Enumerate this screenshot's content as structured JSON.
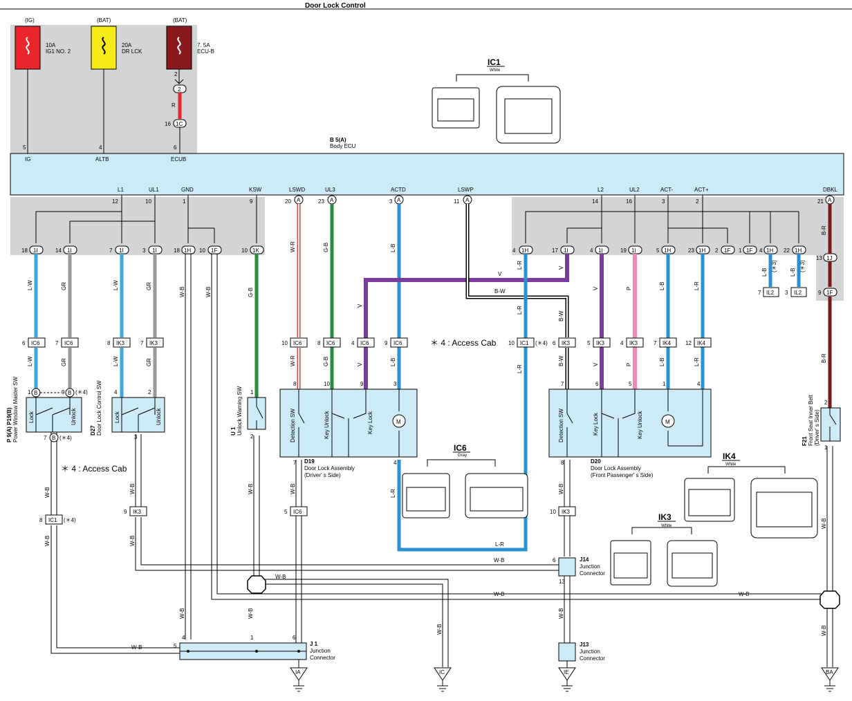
{
  "title": "Door Lock Control",
  "fuses": [
    {
      "source": "(IG)",
      "rating": "10A",
      "name": "IG1 NO. 2",
      "color": "#e8262b"
    },
    {
      "source": "(BAT)",
      "rating": "20A",
      "name": "DR LCK",
      "color": "#f6ea19"
    },
    {
      "source": "(BAT)",
      "rating": "7. 5A",
      "name": "ECU-B",
      "color": "#8b1a1f"
    }
  ],
  "ecu": {
    "code": "B 5(A)",
    "name": "Body ECU",
    "top_terms": [
      {
        "name": "IG",
        "pin": "5"
      },
      {
        "name": "ALTB",
        "pin": "4"
      },
      {
        "name": "ECUB",
        "pin": "6"
      }
    ],
    "bottom_terms": [
      {
        "name": "L1",
        "pin": "12"
      },
      {
        "name": "UL1",
        "pin": "10"
      },
      {
        "name": "GND",
        "pin": "1"
      },
      {
        "name": "KSW",
        "pin": "9"
      },
      {
        "name": "LSWD",
        "pin": "20",
        "conn": "A"
      },
      {
        "name": "UL3",
        "pin": "23",
        "conn": "A"
      },
      {
        "name": "ACTD",
        "pin": "3",
        "conn": "A"
      },
      {
        "name": "LSWP",
        "pin": "11",
        "conn": "A"
      },
      {
        "name": "L2",
        "pin": "14"
      },
      {
        "name": "UL2",
        "pin": "16"
      },
      {
        "name": "ACT-",
        "pin": "3"
      },
      {
        "name": "ACT+",
        "pin": "2"
      },
      {
        "name": "DBKL",
        "pin": "21",
        "conn": "A"
      }
    ]
  },
  "ecub_path": {
    "pin_top": "2",
    "conn_top": "2",
    "wire": "R",
    "pin_bot": "16",
    "conn_bot": "1C"
  },
  "junction_row": [
    {
      "pin": "18",
      "conn": "1I"
    },
    {
      "pin": "14",
      "conn": "1I"
    },
    {
      "pin": "7",
      "conn": "1I"
    },
    {
      "pin": "3",
      "conn": "1I"
    },
    {
      "pin": "18",
      "conn": "1H"
    },
    {
      "pin": "10",
      "conn": "1F"
    },
    {
      "pin": "10",
      "conn": "1K"
    },
    {
      "pin": "4",
      "conn": "1H"
    },
    {
      "pin": "17",
      "conn": "1I"
    },
    {
      "pin": "4",
      "conn": "1I"
    },
    {
      "pin": "19",
      "conn": "1I"
    },
    {
      "pin": "5",
      "conn": "1H"
    },
    {
      "pin": "23",
      "conn": "1H"
    },
    {
      "pin": "2",
      "conn": "1F"
    },
    {
      "pin": "1",
      "conn": "1F"
    },
    {
      "pin": "4",
      "conn": "1H"
    },
    {
      "pin": "22",
      "conn": "1H"
    },
    {
      "pin": "13",
      "conn": "1J"
    }
  ],
  "wire_colors": {
    "L-W": "#3aa8dc",
    "GR": "#9a9a9a",
    "W-B": "#ffffff",
    "G-B": "#2e8b3e",
    "W-R": "#d44",
    "L-B": "#2b90d0",
    "V": "#7a3c9a",
    "B-W": "#222",
    "P": "#ee88b8",
    "L-R": "#2b90d0",
    "B-R": "#7a1a1a",
    "R": "#e8262b"
  },
  "wire_labels": {
    "lw": "L-W",
    "gr": "GR",
    "wb": "W-B",
    "gb": "G-B",
    "wr": "W-R",
    "lb": "L-B",
    "v": "V",
    "bw": "B-W",
    "p": "P",
    "lr": "L-R",
    "br": "B-R",
    "r": "R"
  },
  "inline_connectors": {
    "ic6": "IC6",
    "ik3": "IK3",
    "ik4": "IK4",
    "ic1": "IC1",
    "il2": "IL2",
    "j1": "1J",
    "f1": "1F"
  },
  "note_access": "＊ 4 : Access Cab",
  "note_star": "(＊4)",
  "note_star2": "(＊3)",
  "components": {
    "p9": {
      "code": "P 9(A) P19(B)",
      "name": "Power Window Master SW",
      "sw1": "Lock",
      "sw2": "Unlock"
    },
    "d27": {
      "code": "D27",
      "name": "Door Lock Control SW",
      "sw1": "Lock",
      "sw2": "Unlock"
    },
    "u1": {
      "code": "U 1",
      "name": "Unlock Warning SW"
    },
    "d19": {
      "code": "D19",
      "name": "Door Lock Assembly",
      "side": "(Driver' s Side)",
      "s1": "Detection SW",
      "s2": "Key Unlock",
      "s3": "Key Lock",
      "m": "M"
    },
    "d20": {
      "code": "D20",
      "name": "Door Lock Assembly",
      "side": "(Front Passenger' s Side)",
      "s1": "Detection SW",
      "s2": "Key Lock",
      "s3": "Key Unlock",
      "m": "M"
    },
    "f21": {
      "code": "F21",
      "name": "Front Seat Inner Belt",
      "side": "(Driver' s Side)"
    }
  },
  "junctions": {
    "j1": {
      "code": "J 1",
      "name": "Junction",
      "name2": "Connector"
    },
    "j14": {
      "code": "J14",
      "name": "Junction",
      "name2": "Connector"
    },
    "j13": {
      "code": "J13",
      "name": "Junction",
      "name2": "Connector"
    }
  },
  "grounds": [
    "IA",
    "IC",
    "IE",
    "BA"
  ],
  "connector_views": {
    "ic1": {
      "name": "IC1",
      "color": "White"
    },
    "ic6": {
      "name": "IC6",
      "color": "Gray"
    },
    "ik4": {
      "name": "IK4",
      "color": "White"
    },
    "ik3": {
      "name": "IK3",
      "color": "White"
    }
  }
}
